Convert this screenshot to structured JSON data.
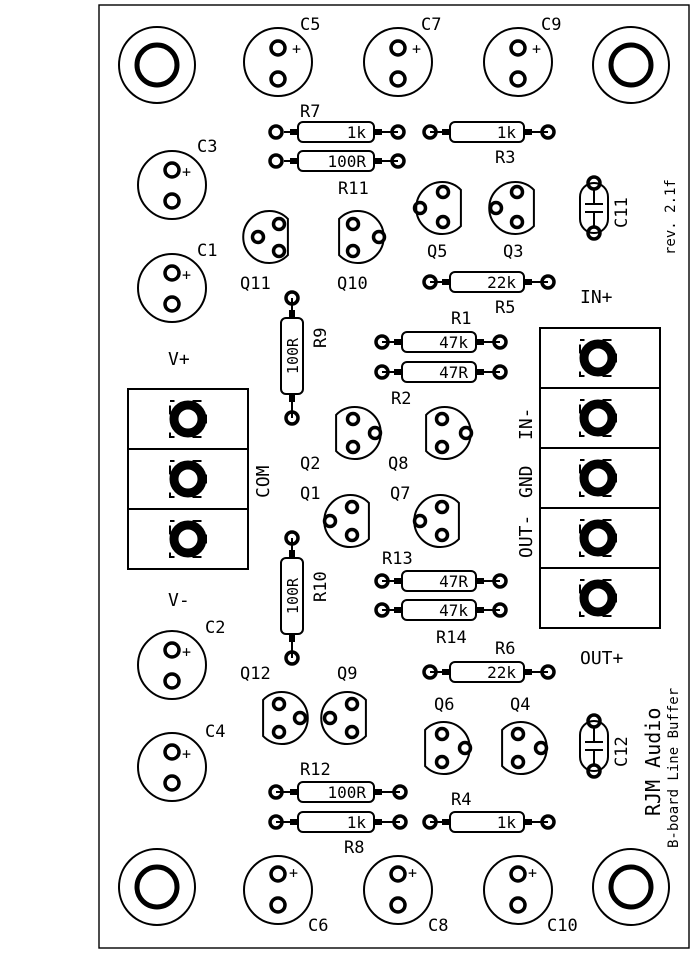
{
  "board": {
    "brand": "RJM Audio",
    "product": "B-board Line Buffer",
    "revision": "rev. 2.1f"
  },
  "capacitors": {
    "c1": {
      "ref": "C1",
      "polarity": "+"
    },
    "c2": {
      "ref": "C2",
      "polarity": "+"
    },
    "c3": {
      "ref": "C3",
      "polarity": "+"
    },
    "c4": {
      "ref": "C4",
      "polarity": "+"
    },
    "c5": {
      "ref": "C5",
      "polarity": "+"
    },
    "c6": {
      "ref": "C6",
      "polarity": "+"
    },
    "c7": {
      "ref": "C7",
      "polarity": "+"
    },
    "c8": {
      "ref": "C8",
      "polarity": "+"
    },
    "c9": {
      "ref": "C9",
      "polarity": "+"
    },
    "c10": {
      "ref": "C10",
      "polarity": "+"
    },
    "c11": {
      "ref": "C11"
    },
    "c12": {
      "ref": "C12"
    }
  },
  "resistors": {
    "r1": {
      "ref": "R1",
      "value": "47k"
    },
    "r2": {
      "ref": "R2",
      "value": "47R"
    },
    "r3": {
      "ref": "R3",
      "value": "1k"
    },
    "r4": {
      "ref": "R4",
      "value": "1k"
    },
    "r5": {
      "ref": "R5",
      "value": "22k"
    },
    "r6": {
      "ref": "R6",
      "value": "22k"
    },
    "r7": {
      "ref": "R7",
      "value": "1k"
    },
    "r8": {
      "ref": "R8",
      "value": "1k"
    },
    "r9": {
      "ref": "R9",
      "value": "100R"
    },
    "r10": {
      "ref": "R10",
      "value": "100R"
    },
    "r11": {
      "ref": "R11",
      "value": "100R"
    },
    "r12": {
      "ref": "R12",
      "value": "100R"
    },
    "r13": {
      "ref": "R13",
      "value": "47R"
    },
    "r14": {
      "ref": "R14",
      "value": "47k"
    }
  },
  "transistors": {
    "q1": "Q1",
    "q2": "Q2",
    "q3": "Q3",
    "q4": "Q4",
    "q5": "Q5",
    "q6": "Q6",
    "q7": "Q7",
    "q8": "Q8",
    "q9": "Q9",
    "q10": "Q10",
    "q11": "Q11",
    "q12": "Q12"
  },
  "power_terminal": {
    "v_plus": "V+",
    "com": "COM",
    "v_minus": "V-"
  },
  "signal_terminal": {
    "in_plus": "IN+",
    "in_minus": "IN-",
    "gnd": "GND",
    "out_minus": "OUT-",
    "out_plus": "OUT+"
  }
}
